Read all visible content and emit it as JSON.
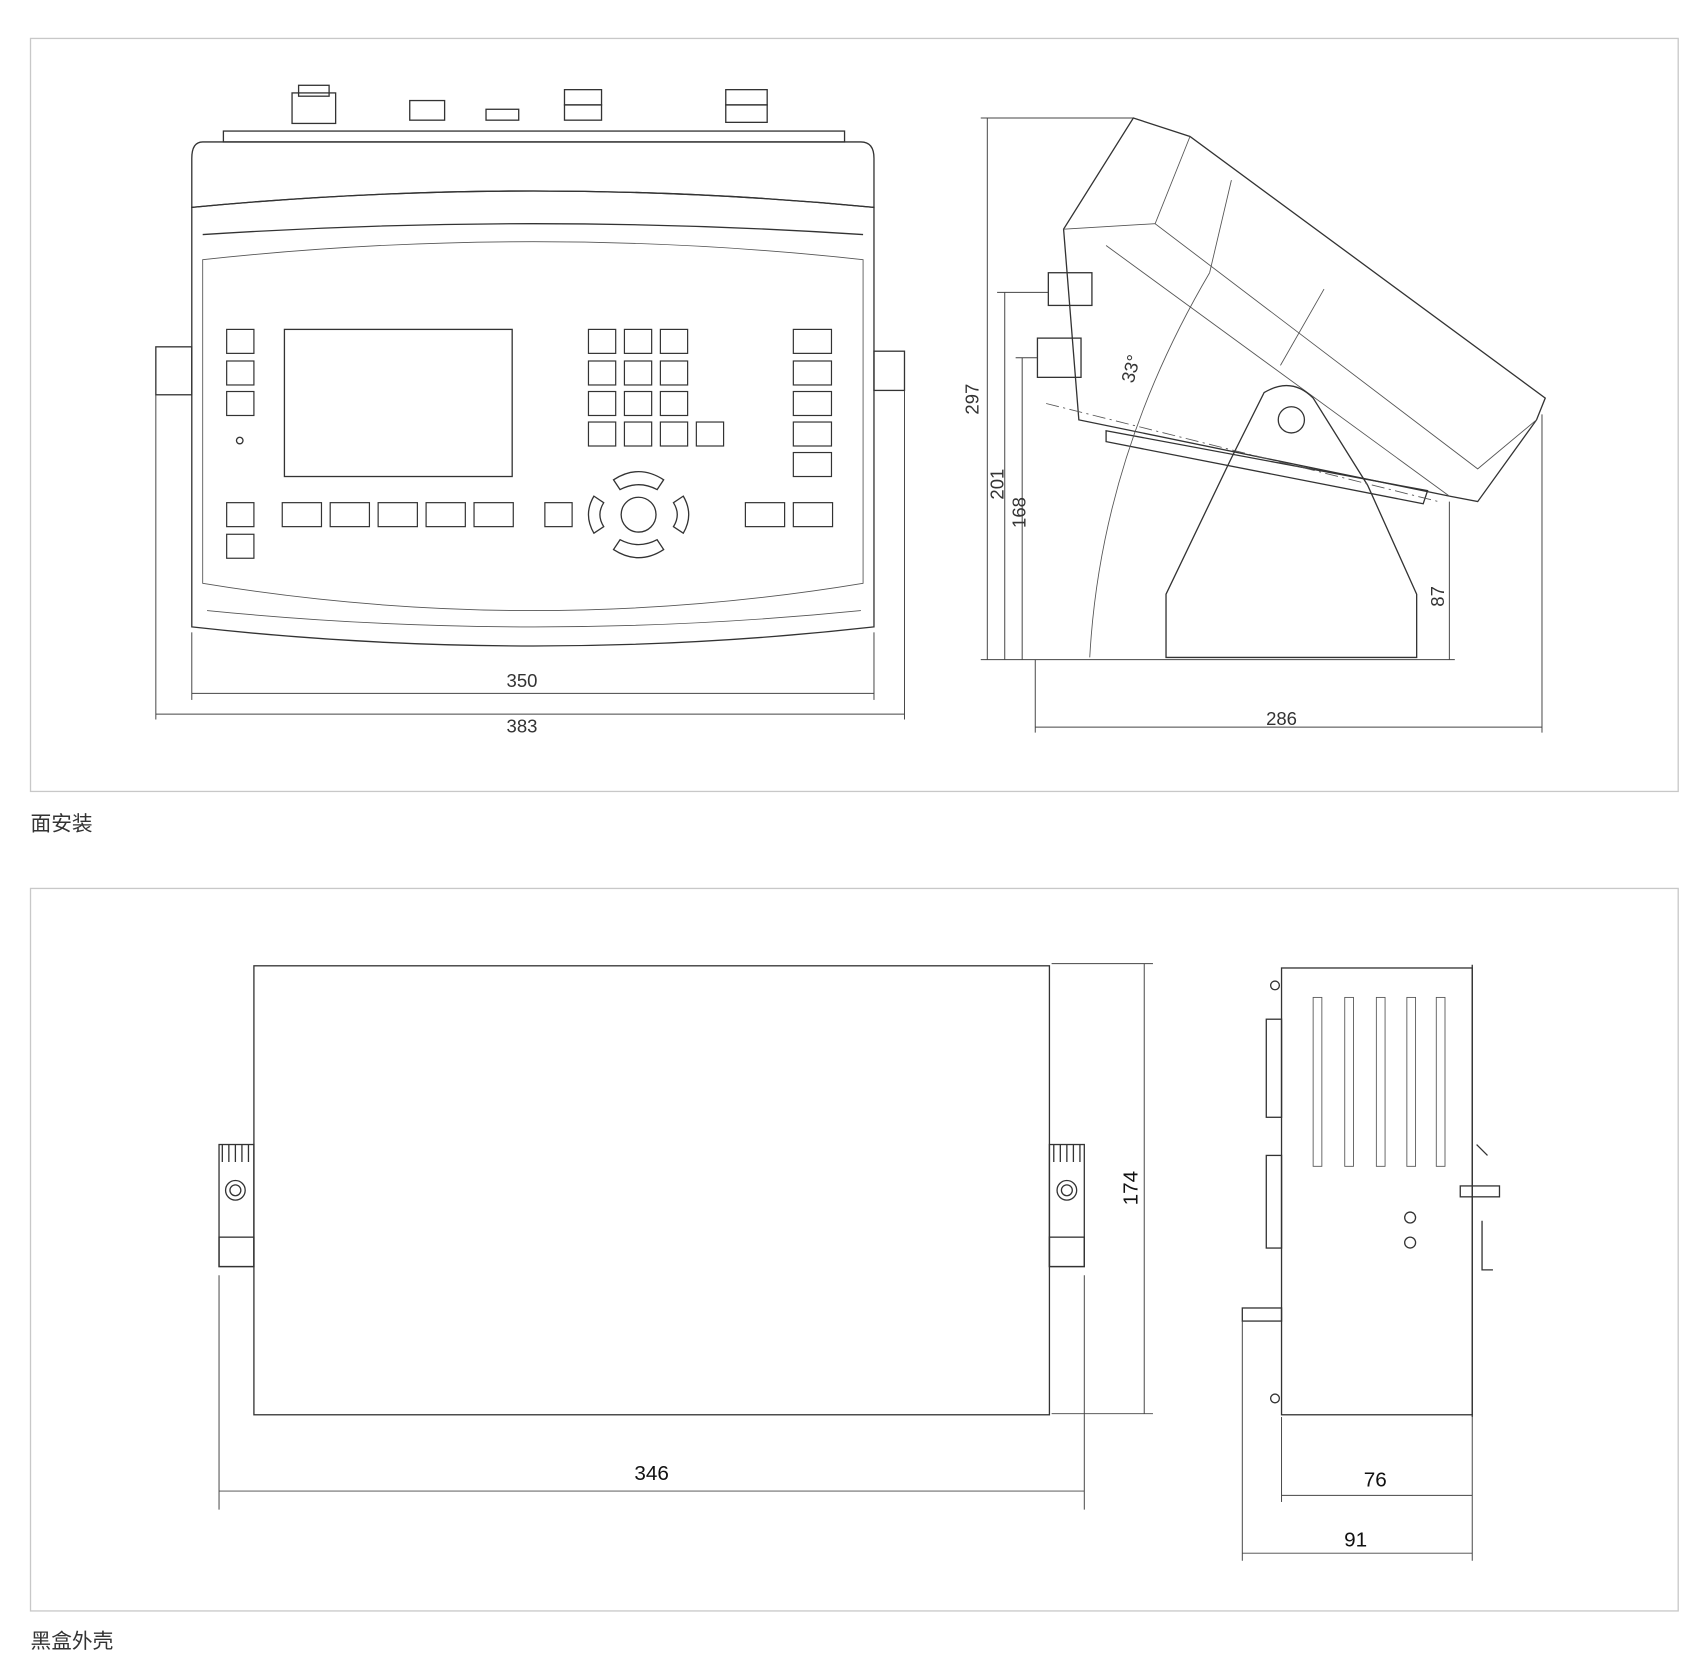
{
  "panels": [
    {
      "caption": "面安装",
      "front_view": {
        "width_inner": "350",
        "width_outer": "383"
      },
      "side_view": {
        "height_total": "297",
        "height_201": "201",
        "height_168": "168",
        "height_87": "87",
        "depth": "286",
        "angle": "33°"
      }
    },
    {
      "caption": "黑盒外壳",
      "front_view": {
        "width": "346",
        "height": "174"
      },
      "side_view": {
        "depth_inner": "76",
        "depth_outer": "91"
      }
    }
  ]
}
